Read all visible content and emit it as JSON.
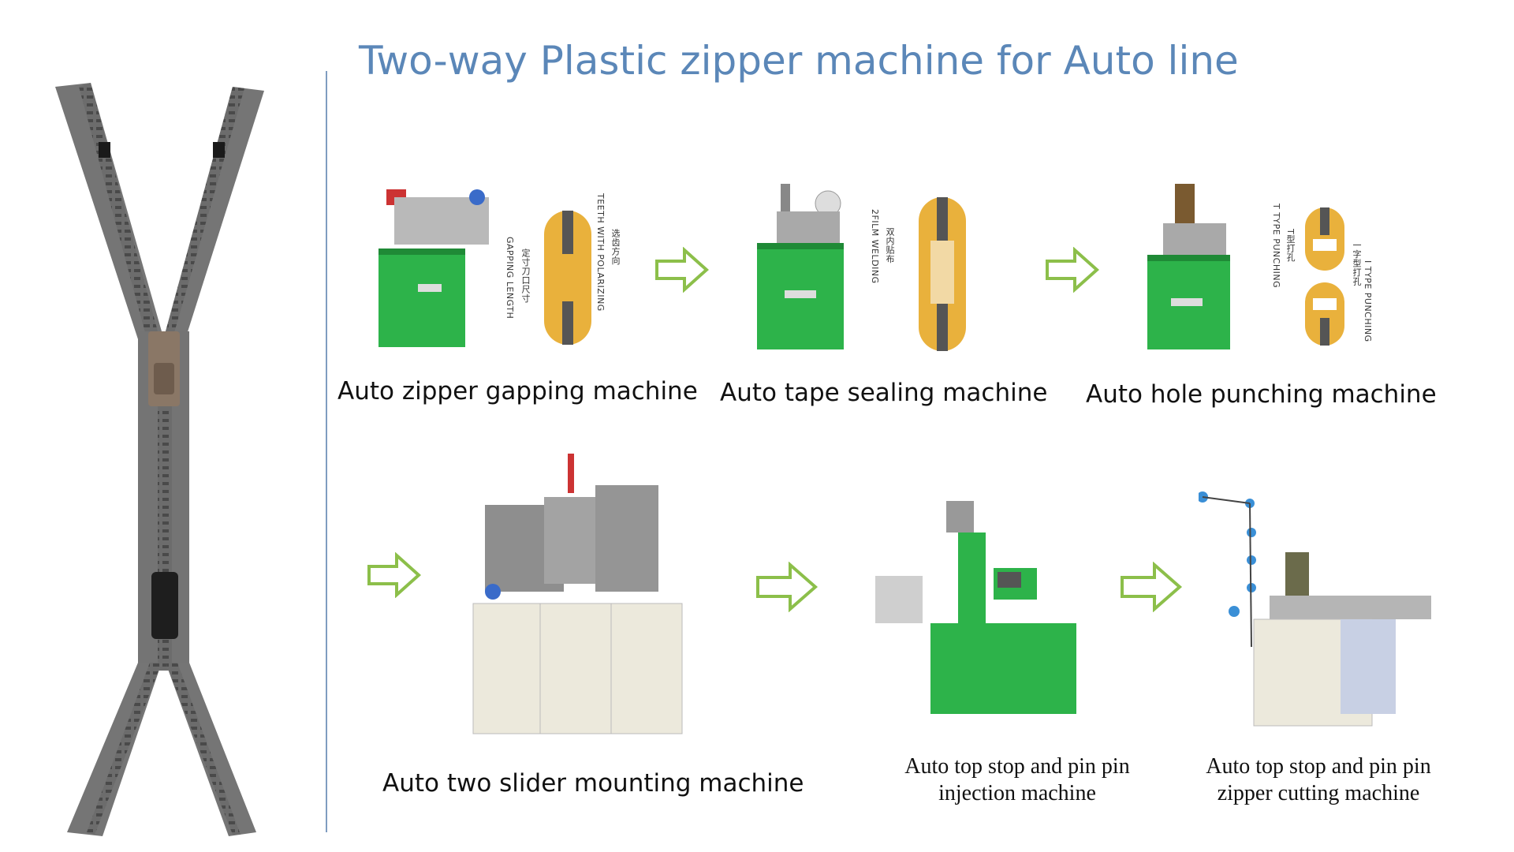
{
  "title": "Two-way Plastic zipper machine for Auto line",
  "machines": [
    {
      "label": "Auto zipper gapping machine",
      "annotations": [
        "TEETH WITH POLARIZING",
        "选齿方向",
        "定寸刀口尺寸",
        "GAPPING LENGTH"
      ]
    },
    {
      "label": "Auto tape sealing machine",
      "annotations": [
        "2FILM WELDING",
        "双内贴布"
      ]
    },
    {
      "label": "Auto hole punching machine",
      "annotations": [
        "T TYPE PUNCHING",
        "T型打孔",
        "一字型打孔",
        "I TYPE PUNCHING"
      ]
    },
    {
      "label": "Auto two slider mounting machine"
    },
    {
      "label_line1": "Auto top stop and pin pin",
      "label_line2": "injection machine"
    },
    {
      "label_line1": "Auto top stop and pin pin",
      "label_line2": "zipper cutting machine"
    }
  ],
  "colors": {
    "title": "#5b87b8",
    "machine_green": "#2db34a",
    "arrow_green": "#8cbf4a",
    "zipper_gray": "#6e6e6e",
    "tape_yellow": "#e9b13c"
  }
}
